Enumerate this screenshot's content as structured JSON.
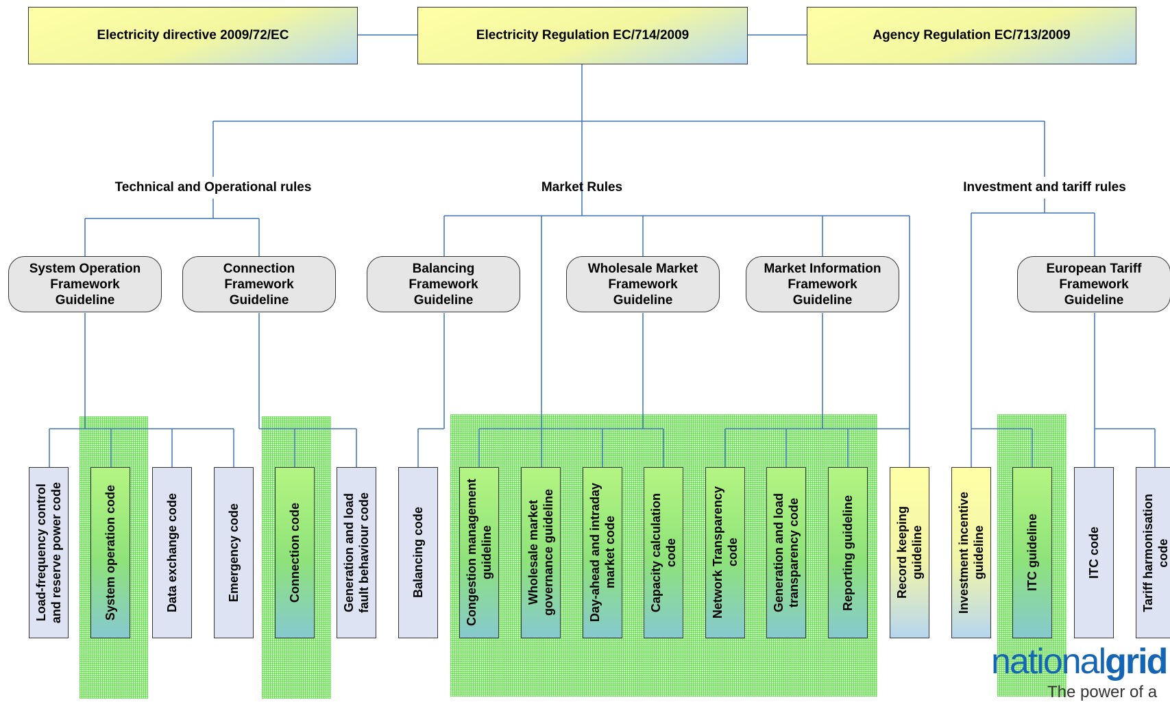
{
  "top": {
    "directive": "Electricity directive 2009/72/EC",
    "regulation": "Electricity Regulation EC/714/2009",
    "agency": "Agency Regulation EC/713/2009"
  },
  "sections": {
    "technical": "Technical and  Operational rules",
    "market": "Market Rules",
    "investment": "Investment and tariff rules"
  },
  "guidelines": {
    "system_operation": "System Operation\nFramework\nGuideline",
    "connection": "Connection\nFramework\nGuideline",
    "balancing": "Balancing\nFramework\nGuideline",
    "wholesale": "Wholesale Market\nFramework\nGuideline",
    "market_info": "Market Information\nFramework\nGuideline",
    "tariff": "European Tariff\nFramework\nGuideline"
  },
  "codes": {
    "load_frequency": "Load-frequency control\nand reserve power code",
    "system_operation": "System operation code",
    "data_exchange": "Data exchange code",
    "emergency": "Emergency code",
    "connection": "Connection code",
    "generation_fault": "Generation and load\nfault behaviour code",
    "balancing": "Balancing code",
    "congestion": "Congestion management\nguideline",
    "wholesale_gov": "Wholesale market\ngovernance guideline",
    "day_ahead": "Day-ahead and intraday\nmarket code",
    "capacity_calc": "Capacity calculation\ncode",
    "network_transparency": "Network Transparency\ncode",
    "gen_load_transparency": "Generation and load\ntransparency code",
    "reporting": "Reporting guideline",
    "record_keeping": "Record keeping\nguideline",
    "investment_incentive": "Investment incentive\nguideline",
    "itc_guideline": "ITC guideline",
    "itc_code": "ITC code",
    "tariff_harmonisation": "Tariff harmonisation\ncode"
  },
  "logo": {
    "part1": "national",
    "part2": "grid",
    "tagline": "The power of a"
  },
  "colors": {
    "connector": "#3f72b8",
    "highlight": "#5ad63c",
    "code_fill": "#dde3f2",
    "guideline_fill": "#e6e6e6"
  }
}
